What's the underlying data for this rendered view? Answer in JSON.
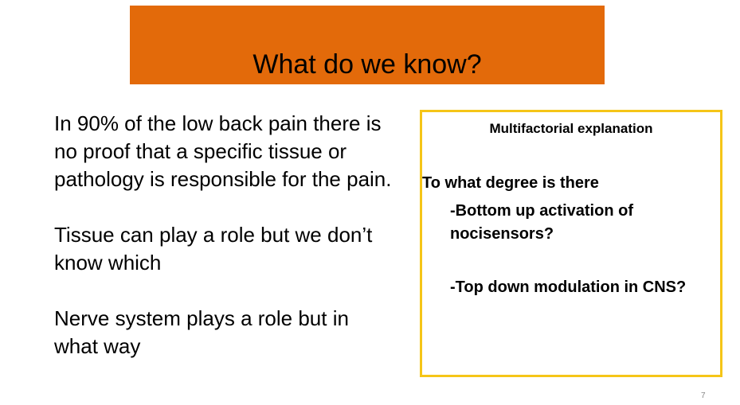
{
  "slide": {
    "title": "What do we know?",
    "left_paragraphs": [
      "In 90% of the low back pain there is no proof that a specific tissue or pathology is responsible for the pain.",
      "Tissue can play a role but we don’t know which",
      "Nerve system plays a role but in what way"
    ],
    "box": {
      "heading": "Multifactorial explanation",
      "question": "To what degree is there",
      "items": [
        "-Bottom up activation of nocisensors?",
        "-Top down modulation in CNS?"
      ]
    },
    "page_number": "7"
  },
  "colors": {
    "title_bar": "#E36A0A",
    "box_border": "#F5C518"
  }
}
